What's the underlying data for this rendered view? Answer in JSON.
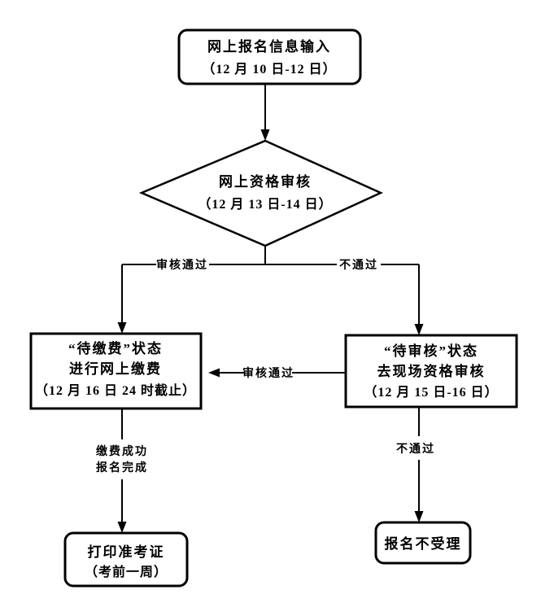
{
  "flowchart": {
    "colors": {
      "stroke": "#000000",
      "background": "#ffffff",
      "text": "#000000"
    },
    "start": {
      "line1": "网上报名信息输入",
      "line2": "（12 月 10 日-12 日）"
    },
    "review": {
      "line1": "网上资格审核",
      "line2": "（12 月 13 日-14 日）"
    },
    "pay": {
      "line1": "“待缴费”状态",
      "line2": "进行网上缴费",
      "line3": "（12 月 16 日 24 时截止）"
    },
    "onsite": {
      "line1": "“待审核”状态",
      "line2": "去现场资格审核",
      "line3": "（12 月 15 日-16 日）"
    },
    "print": {
      "line1": "打印准考证",
      "line2": "（考前一周）"
    },
    "reject": {
      "line1": "报名不受理"
    },
    "labels": {
      "review_pass": "审核通过",
      "review_fail": "不通过",
      "onsite_pass": "审核通过",
      "paid_line1": "缴费成功",
      "paid_line2": "报名完成",
      "onsite_fail": "不通过"
    }
  }
}
